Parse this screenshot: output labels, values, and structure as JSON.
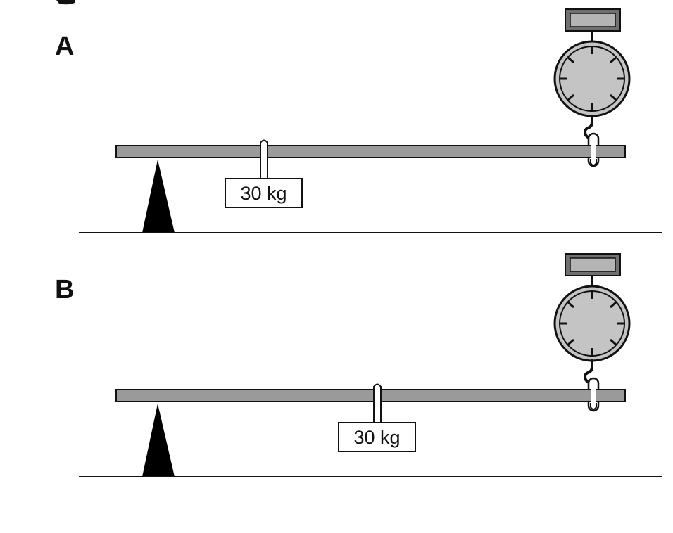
{
  "panels": [
    {
      "label": "A",
      "mass_label": "30 kg"
    },
    {
      "label": "B",
      "mass_label": "30 kg"
    }
  ],
  "colors": {
    "beam": "#9a9a9a",
    "outline": "#111111",
    "fulcrum": "#000000",
    "dial_face": "#c4c4c4",
    "display_frame": "#6f6f6f",
    "display_screen": "#b4b4b4",
    "mass_box": "#ffffff"
  }
}
